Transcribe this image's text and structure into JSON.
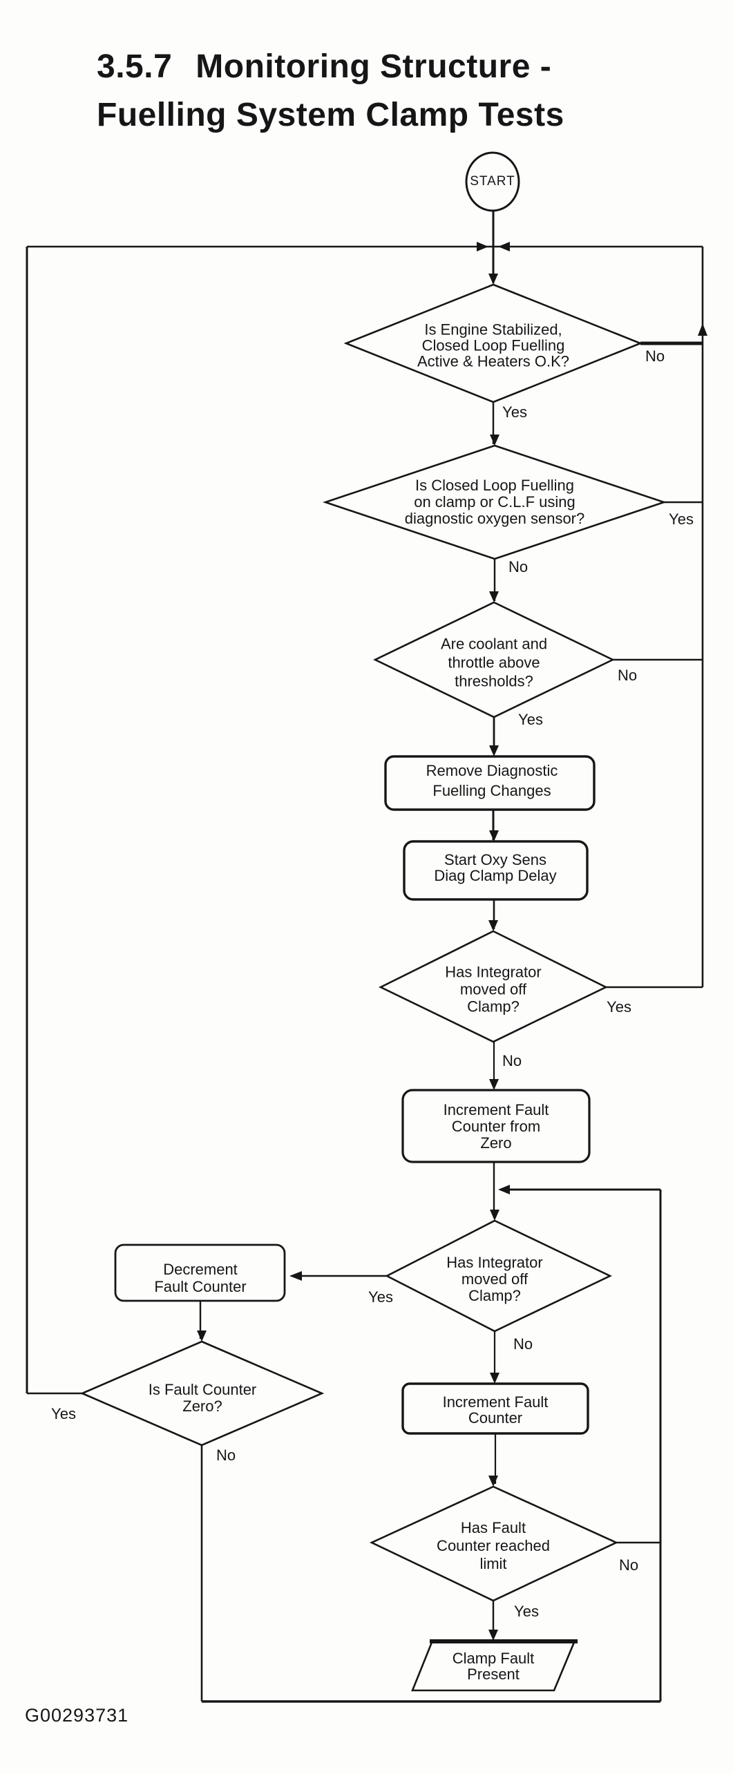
{
  "colors": {
    "ink": "#161616",
    "paper": "#fdfdfc"
  },
  "title": {
    "section": "3.5.7",
    "line1": "Monitoring Structure -",
    "line2": "Fuelling System Clamp Tests"
  },
  "figure_id": "G00293731",
  "flow": {
    "start": "START",
    "nodes": {
      "engine": "Is Engine Stabilized,\nClosed Loop Fuelling\nActive & Heaters O.K?",
      "clf": "Is Closed Loop Fuelling\non clamp or C.L.F using\ndiagnostic oxygen sensor?",
      "coolant": "Are coolant and\nthrottle above\nthresholds?",
      "remove": "Remove Diagnostic\nFuelling Changes",
      "delay": "Start Oxy Sens\nDiag Clamp Delay",
      "integrator1": "Has Integrator\nmoved off\nClamp?",
      "inc_zero": "Increment Fault\nCounter from\nZero",
      "integrator2": "Has Integrator\nmoved off\nClamp?",
      "decrement": "Decrement\nFault Counter",
      "zero": "Is Fault Counter\nZero?",
      "increment": "Increment Fault\nCounter",
      "limit": "Has Fault\nCounter reached\nlimit",
      "fault": "Clamp Fault\nPresent"
    },
    "labels": {
      "engine_no": "No",
      "engine_yes": "Yes",
      "clf_yes": "Yes",
      "clf_no": "No",
      "coolant_no": "No",
      "coolant_yes": "Yes",
      "int1_yes": "Yes",
      "int1_no": "No",
      "int2_yes": "Yes",
      "int2_no": "No",
      "zero_yes": "Yes",
      "zero_no": "No",
      "limit_no": "No",
      "limit_yes": "Yes"
    }
  }
}
